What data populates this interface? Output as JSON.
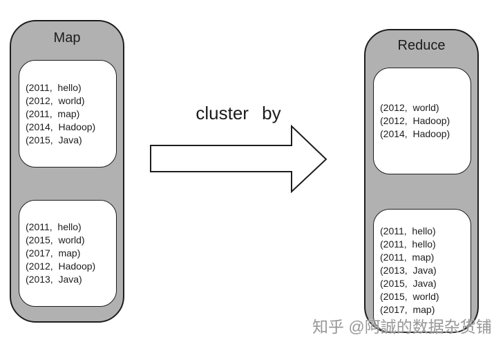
{
  "diagram": {
    "map_panel": {
      "title": "Map",
      "boxes": [
        {
          "lines": [
            "(2011，hello)",
            "(2012，world)",
            "(2011，map)",
            "(2014，Hadoop)",
            "(2015，Java)"
          ]
        },
        {
          "lines": [
            "(2011，hello)",
            "(2015，world)",
            "(2017，map)",
            "(2012，Hadoop)",
            "(2013，Java)"
          ]
        }
      ]
    },
    "arrow_label": "cluster by",
    "reduce_panel": {
      "title": "Reduce",
      "boxes": [
        {
          "lines": [
            "(2012，world)",
            "(2012，Hadoop)",
            "(2014，Hadoop)"
          ]
        },
        {
          "lines": [
            "(2011，hello)",
            "(2011，hello)",
            "(2011，map)",
            "(2013，Java)",
            "(2015，Java)",
            "(2015，world)",
            "(2017，map)"
          ]
        }
      ]
    },
    "colors": {
      "panel_fill": "#b1b1b1",
      "panel_border": "#1c1c1c",
      "box_fill": "#ffffff",
      "box_border": "#1c1c1c",
      "arrow_fill": "#ffffff",
      "arrow_stroke": "#1c1c1c",
      "text": "#1b1b1b",
      "watermark": "#979797"
    }
  },
  "watermark": {
    "text": "知乎 @阿誠的数据杂货铺"
  }
}
